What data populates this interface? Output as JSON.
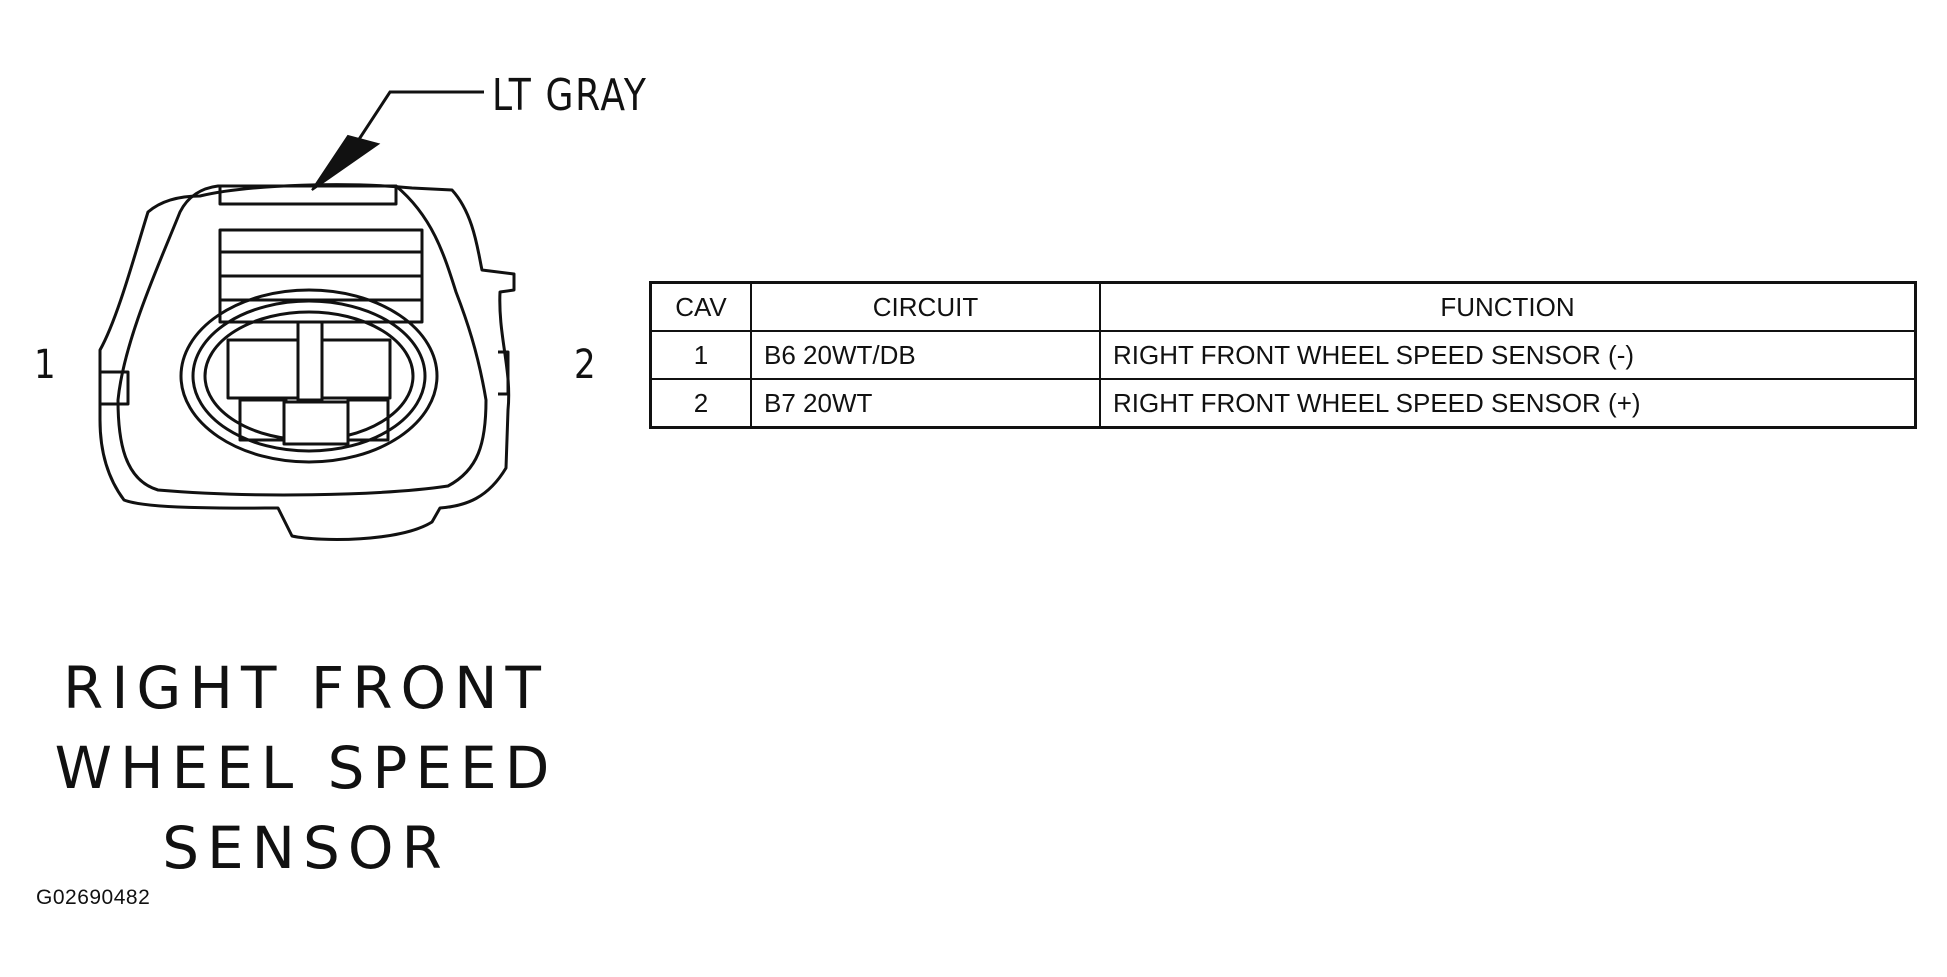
{
  "connector": {
    "color_label": "LT GRAY",
    "pin_left_label": "1",
    "pin_right_label": "2",
    "title_lines": [
      "RIGHT FRONT",
      "WHEEL SPEED",
      "SENSOR"
    ]
  },
  "figure_id": "G02690482",
  "table": {
    "headers": {
      "cav": "CAV",
      "circuit": "CIRCUIT",
      "function": "FUNCTION"
    },
    "rows": [
      {
        "cav": "1",
        "circuit": "B6 20WT/DB",
        "function": "RIGHT FRONT WHEEL SPEED SENSOR (-)"
      },
      {
        "cav": "2",
        "circuit": "B7 20WT",
        "function": "RIGHT FRONT WHEEL SPEED SENSOR (+)"
      }
    ]
  }
}
